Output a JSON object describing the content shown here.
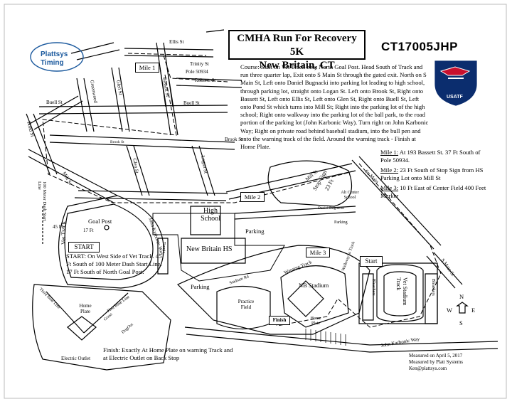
{
  "title": {
    "line1": "CMHA Run For Recovery 5K",
    "line2": "New Britain, CT"
  },
  "course_id": "CT17005JHP",
  "logo": {
    "name_line1": "Plattsys",
    "name_line2": "Timing",
    "usatf_text": "USATF"
  },
  "course_description": "Course: Start on Vet Track near North Goal Post. Head South of Track and run three quarter lap, Exit onto S Main St through the gated exit. North on S Main St, Left onto Daniel Bugnacki into parking lot leading to high school, through parking lot, straight onto Logan St. Left onto Brook St, Right onto Bassett St, Left onto Ellis St, Left onto Glen St, Right onto Buell St, Left onto Pond St which turns into Mill St; Right into the parking lot of the high school; Right onto walkway into the parking lot of the ball park, to the road portion of the parking lot (John Karbonic Way). Turn right on John Karbonic Way; Right on private road behind baseball stadium, into the bull pen and onto the warning track of the field. Around the warning track - Finish at Home Plate.",
  "mile_notes": [
    {
      "label": "Mile 1:",
      "text": "At 193 Bassett St.  37 Ft South of Pole 50934."
    },
    {
      "label": "Mile 2:",
      "text": "23 Ft South of Stop Sign from HS Parking Lot onto Mill St"
    },
    {
      "label": "Mile 3:",
      "text": "10 Ft East of Center Field 400 Feet Marker"
    }
  ],
  "start_note": "START: On West Side of Vet Track. 45 Ft South of 100 Meter Dash Start Line. 17 Ft South of North Goal Post.",
  "finish_note": "Finish: Exactly At Home Plate on warning Track and at Electric Outlet on Back Stop",
  "measured": {
    "line1": "Measured on April 5, 2017",
    "line2": "Measured by Platt Systems",
    "line3": "Ken@plattsys.com"
  },
  "streets": {
    "ellis": "Ellis St",
    "trinity": "Trinity St",
    "roberts": "Roberts St",
    "glen": "Glen St",
    "bassett": "Bassett St",
    "buell_left": "Buell St",
    "buell_right": "Buell St",
    "pond": "Pond St",
    "brook_small": "Brook St",
    "brook": "Brook St",
    "glen2": "Glen St",
    "logan": "Logan St",
    "mill": "Mill St",
    "mill2": "Mill St",
    "john_karbonic": "John Karbonic Way",
    "john_karbonic_bottom": "John Karbonic Way",
    "daniel": "Daniel Bugnacki",
    "so_main": "So Main",
    "s_main": "S Main St",
    "stadium_rd": "Stadium Rd",
    "third_base": "Third Base Line",
    "first_base": "First Base Line",
    "greenwood": "Greenwood"
  },
  "labels": {
    "pole": "Pole 50934",
    "mile1": "Mile 1",
    "mile2": "Mile 2",
    "mile3": "Mile 3",
    "start": "Start",
    "start_box": "START",
    "finish": "Finish",
    "high_school": "High School",
    "new_britain_hs": "New Britain HS",
    "parking1": "Parking",
    "parking2": "Parking",
    "parking3": "Parking",
    "tennis": "Tennis",
    "stop_sign": "Stop Sign",
    "stop_ft": "23 Ft",
    "alt_center": "Alt Center School",
    "goal_post": "Goal Post",
    "ft45": "45 Ft",
    "ft17": "17 Ft",
    "dash_start": "100 Meter Dash Start Line",
    "vet_track": "Vet Track",
    "home_plate": "Home Plate",
    "grass": "Grass",
    "dugout": "DugOut",
    "electric_outlet": "Electric Outlet",
    "practice_field": "Practice Field",
    "warning_track": "Warning Track",
    "nb_stadium": "NB Stadium",
    "home_plate2": "Home Plate",
    "vet_stadium_track": "Vet Stadium Track",
    "bleachers1": "Bleachers",
    "bleachers2": "Bleachers",
    "walkway": "Walkway to Track"
  },
  "compass": {
    "n": "N",
    "s": "S",
    "e": "E",
    "w": "W"
  }
}
